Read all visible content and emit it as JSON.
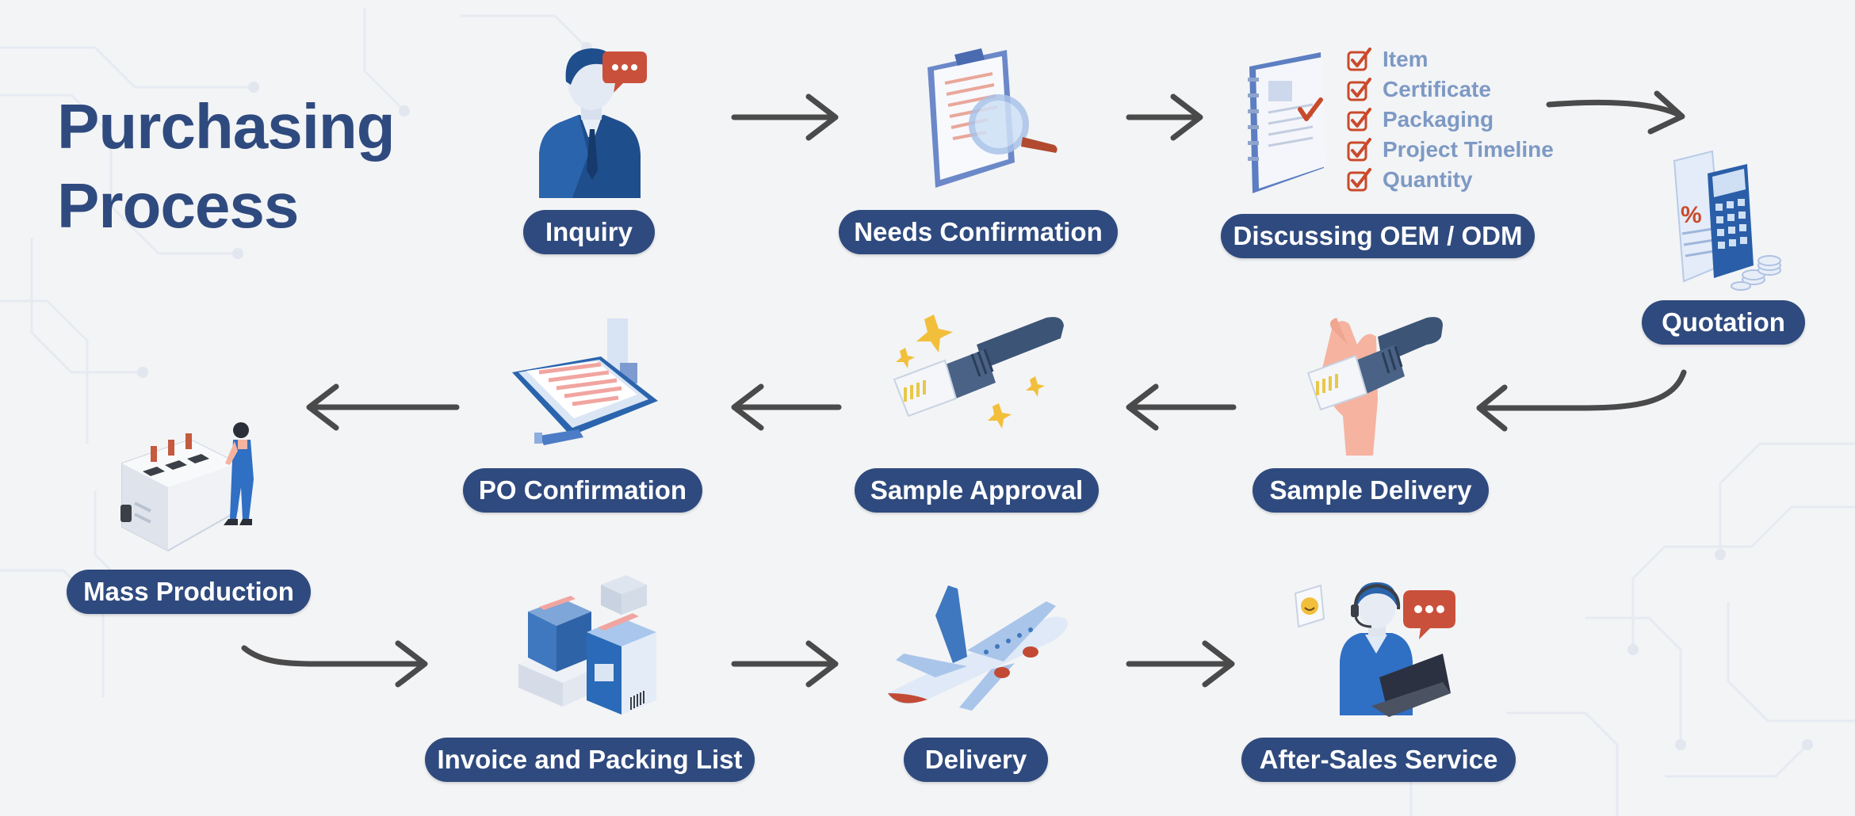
{
  "title": {
    "line1": "Purchasing",
    "line2": "Process"
  },
  "colors": {
    "accent": "#2f4a7e",
    "arrow": "#4a4a4a",
    "checklist_text": "#7d99c4",
    "check_mark": "#c94a2b",
    "background": "#f3f4f6"
  },
  "steps": [
    {
      "label": "Inquiry",
      "icon": "businessman-chat-icon"
    },
    {
      "label": "Needs Confirmation",
      "icon": "clipboard-magnifier-icon"
    },
    {
      "label": "Discussing OEM / ODM",
      "icon": "notebook-check-icon"
    },
    {
      "label": "Quotation",
      "icon": "calculator-receipt-icon"
    },
    {
      "label": "Sample Delivery",
      "icon": "hand-cable-icon"
    },
    {
      "label": "Sample Approval",
      "icon": "cable-sparkle-icon"
    },
    {
      "label": "PO Confirmation",
      "icon": "tablet-document-icon"
    },
    {
      "label": "Mass Production",
      "icon": "factory-worker-icon"
    },
    {
      "label": "Invoice and Packing List",
      "icon": "boxes-icon"
    },
    {
      "label": "Delivery",
      "icon": "airplane-icon"
    },
    {
      "label": "After-Sales Service",
      "icon": "support-agent-icon"
    }
  ],
  "checklist": [
    "Item",
    "Certificate",
    "Packaging",
    "Project Timeline",
    "Quantity"
  ]
}
